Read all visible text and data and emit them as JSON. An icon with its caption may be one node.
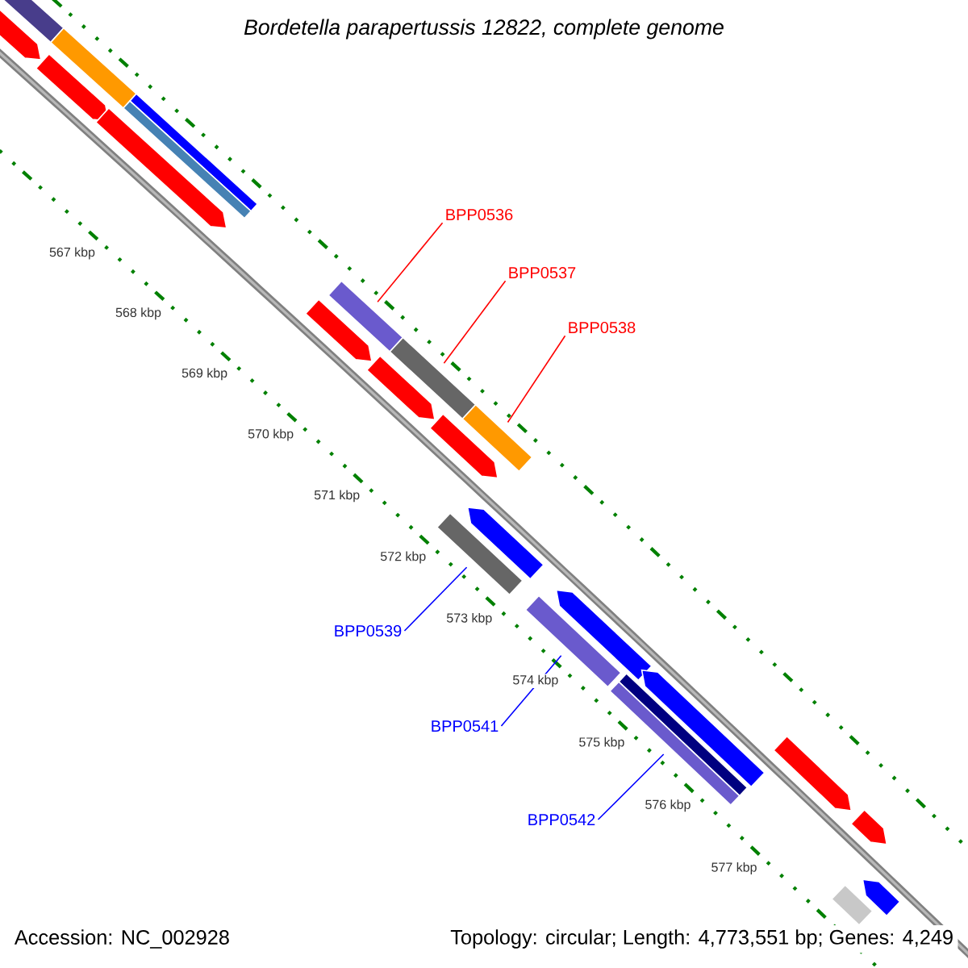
{
  "diagram": {
    "title": "Bordetella parapertussis 12822, complete genome",
    "nodes": [
      {
        "text": [
          "BPP0536"
        ]
      },
      {
        "text": [
          "BPP0537"
        ]
      },
      {
        "text": [
          "BPP0538"
        ]
      },
      {
        "text": [
          "BPP0539"
        ]
      },
      {
        "text": [
          "BPP0541"
        ]
      },
      {
        "text": [
          "BPP0542"
        ]
      },
      {
        "text": [],
        "shape": "bar"
      },
      {
        "text": [],
        "shape": "bar"
      },
      {
        "text": [],
        "shape": "bar"
      },
      {
        "text": [],
        "shape": "bar"
      },
      {
        "text": [],
        "shape": "bar"
      },
      {
        "text": [],
        "shape": "bar"
      },
      {
        "text": [],
        "shape": "bar"
      },
      {
        "text": [],
        "shape": "bar"
      },
      {
        "text": [],
        "shape": "bar"
      },
      {
        "text": [],
        "shape": "bar"
      },
      {
        "text": [],
        "shape": "bar"
      },
      {
        "text": [],
        "shape": "bar"
      },
      {
        "text": [],
        "shape": "bar"
      },
      {
        "text": [],
        "shape": "bar"
      },
      {
        "text": [],
        "shape": "bar"
      },
      {
        "text": [],
        "shape": "bar"
      },
      {
        "text": [],
        "shape": "bar"
      },
      {
        "text": [],
        "shape": "bar"
      },
      {
        "text": [],
        "shape": "bar"
      },
      {
        "text": [],
        "shape": "bar"
      },
      {
        "text": [],
        "shape": "bar"
      },
      {
        "text": [],
        "shape": "bar"
      }
    ],
    "edges": [
      {
        "from": 0,
        "to": 13,
        "arrow": "none",
        "color": "#ff0000"
      },
      {
        "from": 1,
        "to": 15,
        "arrow": "none",
        "color": "#ff0000"
      },
      {
        "from": 2,
        "to": 17,
        "arrow": "none",
        "color": "#ff0000"
      },
      {
        "from": 3,
        "to": 18,
        "arrow": "none",
        "color": "#0000ff"
      },
      {
        "from": 4,
        "to": 20,
        "arrow": "none",
        "color": "#0000ff"
      },
      {
        "from": 5,
        "to": 22,
        "arrow": "none",
        "color": "#0000ff"
      }
    ],
    "labels": [
      "567 kbp",
      "568 kbp",
      "569 kbp",
      "570 kbp",
      "571 kbp",
      "572 kbp",
      "573 kbp",
      "574 kbp",
      "575 kbp",
      "576 kbp",
      "577 kbp",
      "Accession: NC_002928",
      "Topology: circular; Length: 4,773,551 bp; Genes: 4,249"
    ]
  }
}
